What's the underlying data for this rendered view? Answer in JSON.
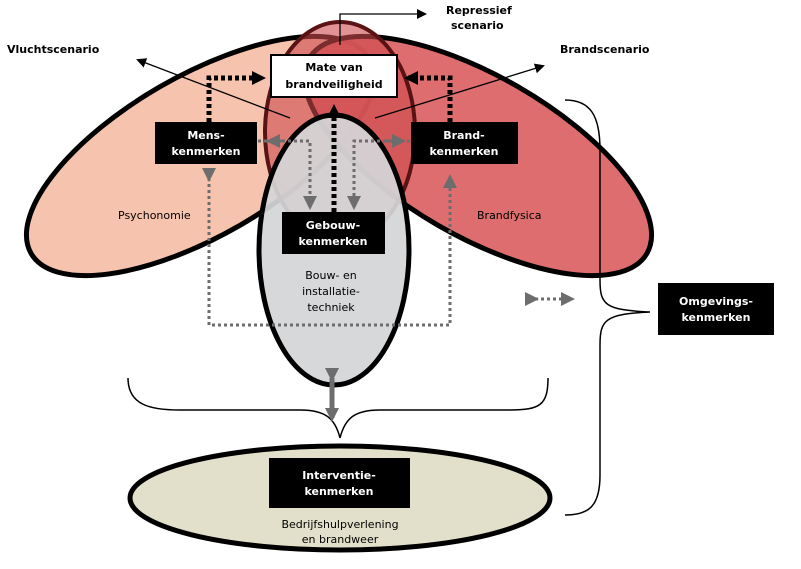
{
  "labels": {
    "vluchtscenario": "Vluchtscenario",
    "repressief_line1": "Repressief",
    "repressief_line2": "scenario",
    "brandscenario": "Brandscenario",
    "mate_line1": "Mate van",
    "mate_line2": "brandveiligheid",
    "mens_line1": "Mens-",
    "mens_line2": "kenmerken",
    "brand_line1": "Brand-",
    "brand_line2": "kenmerken",
    "gebouw_line1": "Gebouw-",
    "gebouw_line2": "kenmerken",
    "psychonomie": "Psychonomie",
    "brandfysica": "Brandfysica",
    "bouw_line1": "Bouw- en",
    "bouw_line2": "installatie-",
    "bouw_line3": "techniek",
    "omgeving_line1": "Omgevings-",
    "omgeving_line2": "kenmerken",
    "interventie_line1": "Interventie-",
    "interventie_line2": "kenmerken",
    "bhv_line1": "Bedrijfshulpverlening",
    "bhv_line2": "en brandweer"
  },
  "colors": {
    "psychonomie_fill": "#f6c3ae",
    "brandfysica_fill": "#dc6264",
    "repressief_fill": "#cd4a4c",
    "gebouw_fill": "#d4d5d7",
    "interventie_fill": "#e2e0ca",
    "box_fill": "#000000",
    "arrow_gray": "#6d6d6d"
  }
}
